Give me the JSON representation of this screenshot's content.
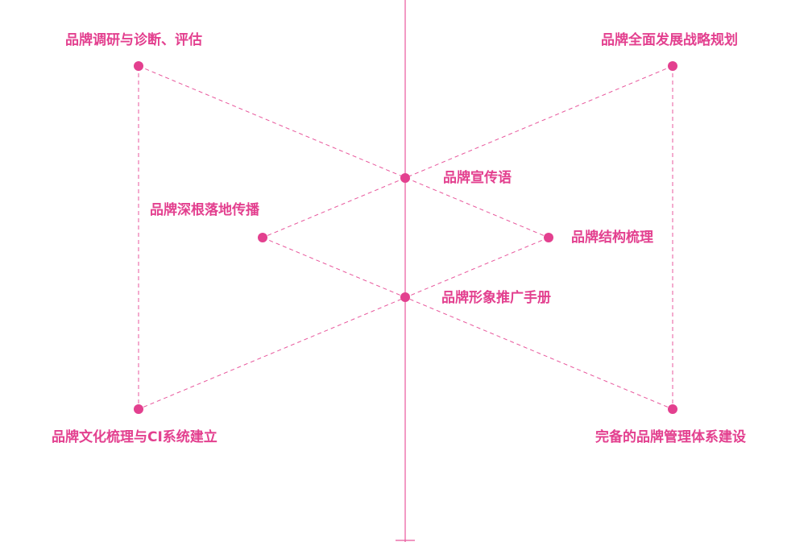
{
  "colors": {
    "accent": "#e3408f",
    "line": "#e8579c",
    "background": "#ffffff"
  },
  "nodes": [
    {
      "id": "tl",
      "label": "品牌调研与诊断、评估"
    },
    {
      "id": "tr",
      "label": "品牌全面发展战略规划"
    },
    {
      "id": "center_top",
      "label": "品牌宣传语"
    },
    {
      "id": "left_mid",
      "label": "品牌深根落地传播"
    },
    {
      "id": "right_mid",
      "label": "品牌结构梳理"
    },
    {
      "id": "center_bottom",
      "label": "品牌形象推广手册"
    },
    {
      "id": "bl",
      "label": "品牌文化梳理与CI系统建立"
    },
    {
      "id": "br",
      "label": "完备的品牌管理体系建设"
    }
  ]
}
